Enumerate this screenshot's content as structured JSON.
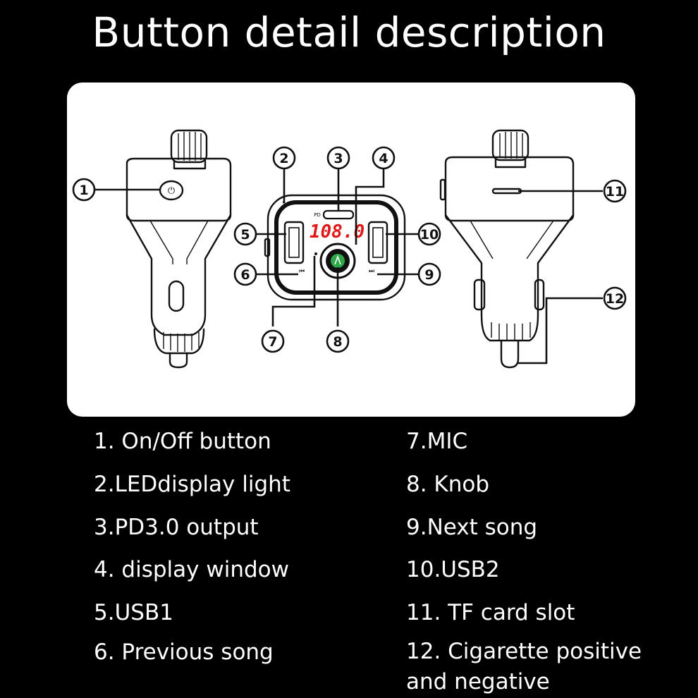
{
  "title": "Button detail description",
  "display": {
    "frequency": "108.0",
    "port_label": "PD"
  },
  "callouts": [
    "1",
    "2",
    "3",
    "4",
    "5",
    "6",
    "7",
    "8",
    "9",
    "10",
    "11",
    "12"
  ],
  "legend": {
    "left": [
      "1. On/Off button",
      "2.LEDdisplay light",
      "3.PD3.0 output",
      "4. display window",
      "5.USB1",
      "6. Previous song"
    ],
    "right": [
      "7.MIC",
      "8. Knob",
      "9.Next song",
      "10.USB2",
      "11. TF card slot",
      "12. Cigarette positive and negative"
    ]
  },
  "colors": {
    "background": "#000000",
    "panel": "#ffffff",
    "display_red": "#e01818",
    "knob_green": "#2fa84a"
  }
}
